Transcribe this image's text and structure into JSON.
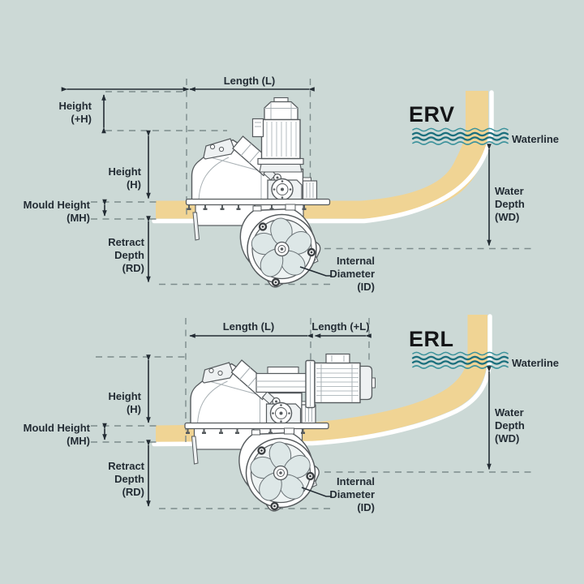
{
  "colors": {
    "background": "#ccd9d6",
    "hull": "#f0d494",
    "hull_outline": "#ffffff",
    "wave_light": "#3d939c",
    "wave_dark": "#1b6f7d",
    "dimension_text": "#232c34",
    "dashed_line": "#7d8c8c",
    "drawing_line": "#565b5e",
    "title_text": "#141517"
  },
  "erv": {
    "title": "ERV",
    "length_label": "Length (L)",
    "height_plus": [
      "Height",
      "(+H)"
    ],
    "height": [
      "Height",
      "(H)"
    ],
    "mould_height": [
      "Mould Height",
      "(MH)"
    ],
    "retract_depth": [
      "Retract",
      "Depth",
      "(RD)"
    ],
    "internal_diameter": [
      "Internal",
      "Diameter",
      "(ID)"
    ],
    "water_depth": [
      "Water",
      "Depth",
      "(WD)"
    ],
    "waterline_label": "Waterline"
  },
  "erl": {
    "title": "ERL",
    "length_label": "Length (L)",
    "length_plus_label": "Length (+L)",
    "height": [
      "Height",
      "(H)"
    ],
    "mould_height": [
      "Mould Height",
      "(MH)"
    ],
    "retract_depth": [
      "Retract",
      "Depth",
      "(RD)"
    ],
    "internal_diameter": [
      "Internal",
      "Diameter",
      "(ID)"
    ],
    "water_depth": [
      "Water",
      "Depth",
      "(WD)"
    ],
    "waterline_label": "Waterline"
  }
}
